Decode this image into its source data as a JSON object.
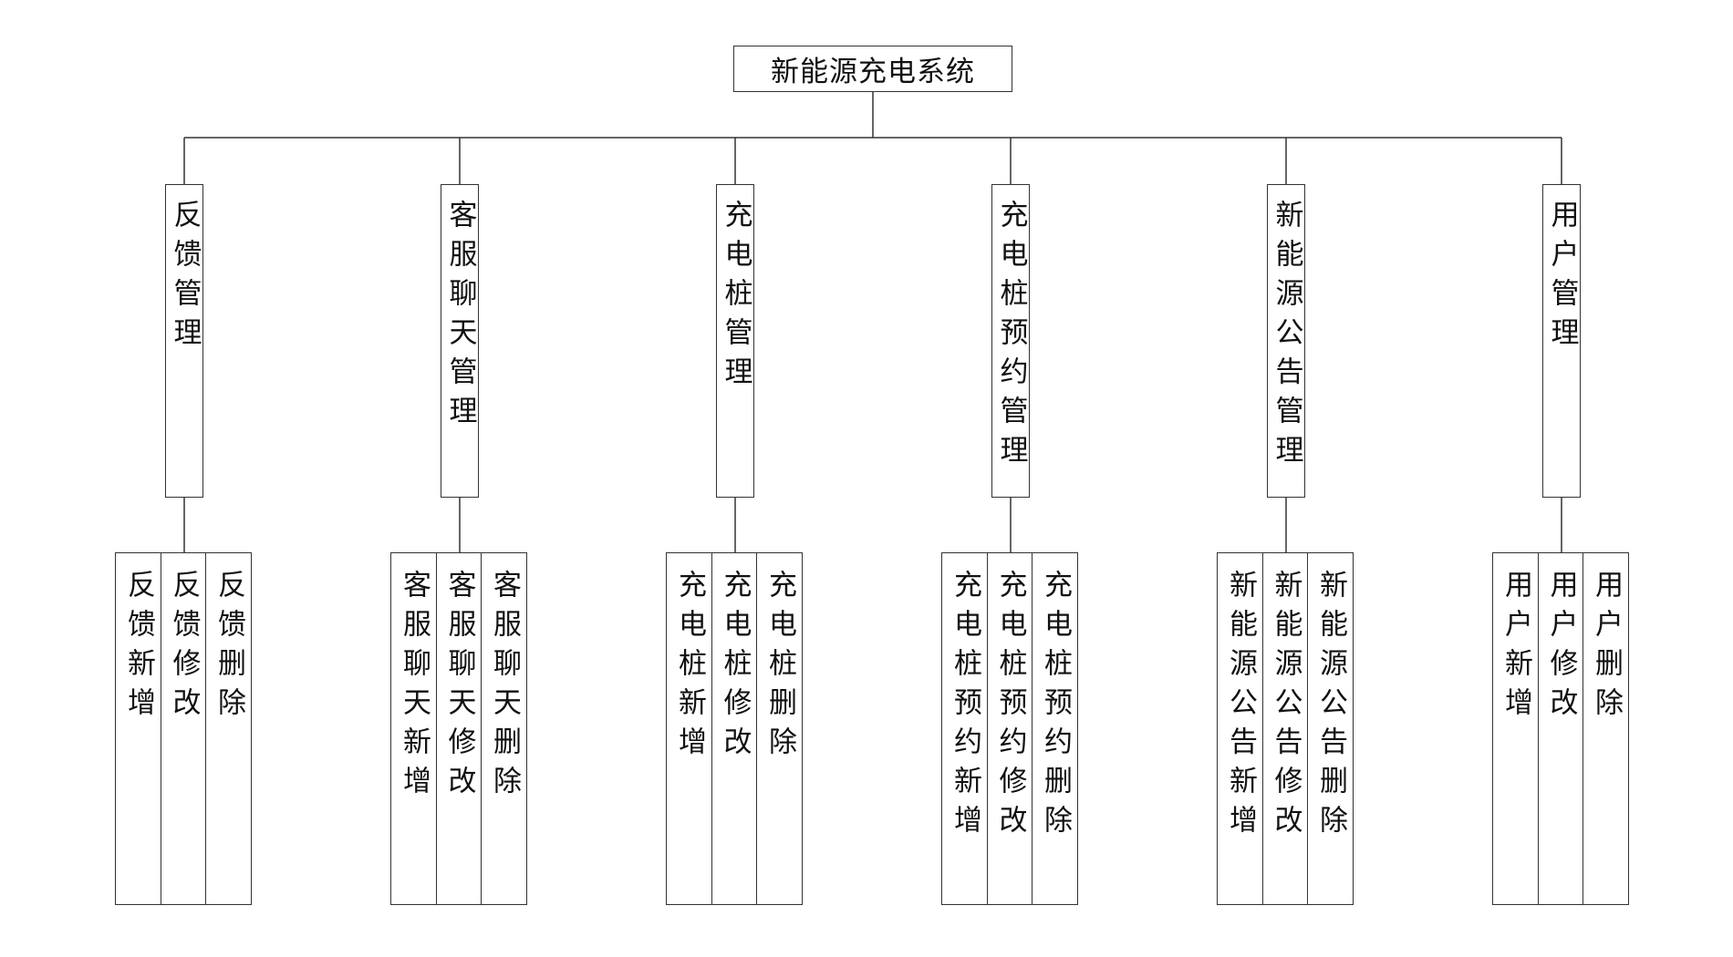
{
  "root": {
    "label": "新能源充电系统"
  },
  "modules": [
    {
      "label": "反馈管理",
      "children": [
        "反馈新增",
        "反馈修改",
        "反馈删除"
      ]
    },
    {
      "label": "客服聊天管理",
      "children": [
        "客服聊天新增",
        "客服聊天修改",
        "客服聊天删除"
      ]
    },
    {
      "label": "充电桩管理",
      "children": [
        "充电桩新增",
        "充电桩修改",
        "充电桩删除"
      ]
    },
    {
      "label": "充电桩预约管理",
      "children": [
        "充电桩预约新增",
        "充电桩预约修改",
        "充电桩预约删除"
      ]
    },
    {
      "label": "新能源公告管理",
      "children": [
        "新能源公告新增",
        "新能源公告修改",
        "新能源公告删除"
      ]
    },
    {
      "label": "用户管理",
      "children": [
        "用户新增",
        "用户修改",
        "用户删除"
      ]
    }
  ]
}
